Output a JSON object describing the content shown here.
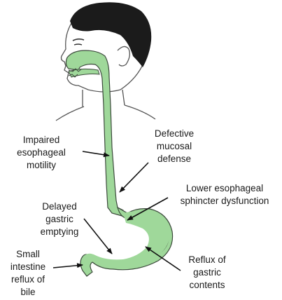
{
  "labels": {
    "motility": [
      "Impaired",
      "esophageal",
      "motility"
    ],
    "mucosal": [
      "Defective",
      "mucosal",
      "defense"
    ],
    "sphincter": [
      "Lower esophageal",
      "sphincter dysfunction"
    ],
    "gastric_emptying": [
      "Delayed",
      "gastric",
      "emptying"
    ],
    "reflux_gastric": [
      "Reflux of",
      "gastric",
      "contents"
    ],
    "reflux_bile": [
      "Small",
      "intestine",
      "reflux of",
      "bile"
    ]
  },
  "colors": {
    "tract_fill": "#9fd89a",
    "tract_outline": "#3c4a3c",
    "hair": "#1b1b1b",
    "line": "#111111",
    "skin_outline": "#555555"
  }
}
